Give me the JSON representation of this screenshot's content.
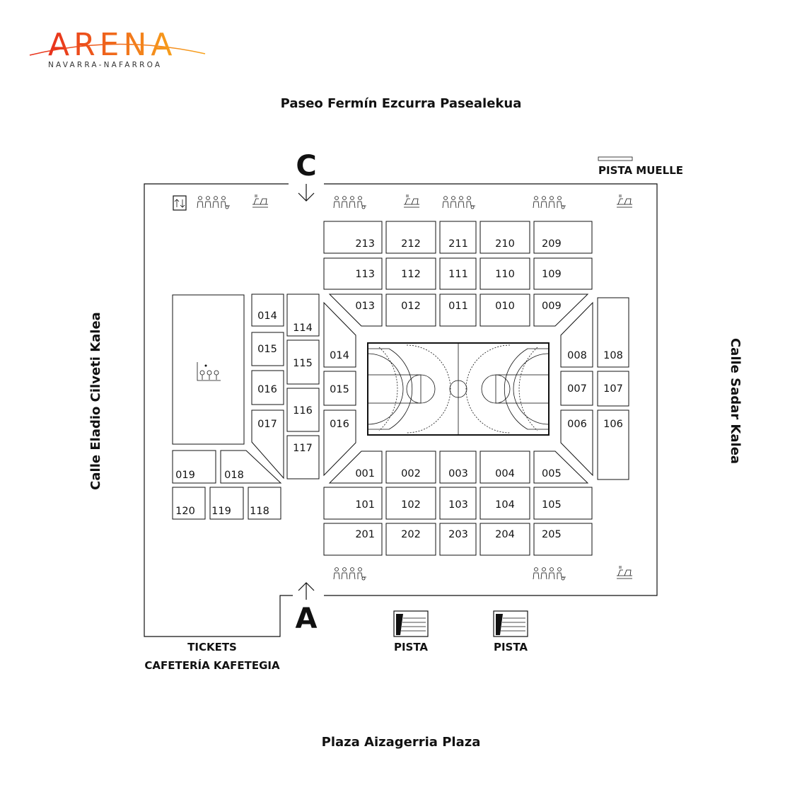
{
  "logo": {
    "name": "ARENA",
    "subtitle": "NAVARRA-NAFARROA",
    "color_start": "#e8301c",
    "color_end": "#f7a21b"
  },
  "streets": {
    "north": "Paseo Fermín Ezcurra Pasealekua",
    "south": "Plaza Aizagerria Plaza",
    "west": "Calle Eladio Cilveti Kalea",
    "east": "Calle Sadar Kalea"
  },
  "gates": {
    "north": "C",
    "south": "A"
  },
  "labels": {
    "pista_muelle": "PISTA MUELLE",
    "pista_1": "PISTA",
    "pista_2": "PISTA",
    "tickets": "TICKETS",
    "cafeteria": "CAFETERÍA KAFETEGIA"
  },
  "sections": {
    "row_200_north": [
      "213",
      "212",
      "211",
      "210",
      "209"
    ],
    "row_100_north": [
      "113",
      "112",
      "111",
      "110",
      "109"
    ],
    "row_000_north": [
      "013",
      "012",
      "011",
      "010",
      "009"
    ],
    "row_000_south": [
      "001",
      "002",
      "003",
      "004",
      "005"
    ],
    "row_100_south": [
      "101",
      "102",
      "103",
      "104",
      "105"
    ],
    "row_200_south": [
      "201",
      "202",
      "203",
      "204",
      "205"
    ],
    "west_inner": [
      "014",
      "015",
      "016"
    ],
    "east_inner": [
      "008",
      "007",
      "006"
    ],
    "east_outer": [
      "108",
      "107",
      "106"
    ],
    "west_mid": [
      "114",
      "115",
      "116",
      "117"
    ],
    "west_outer": [
      "014",
      "015",
      "016",
      "017"
    ],
    "west_corner": [
      "019",
      "018"
    ],
    "west_bottom": [
      "120",
      "119",
      "118"
    ]
  },
  "icons": [
    "elevator-icon",
    "restroom-icon",
    "bar-icon",
    "vip-lounge-icon",
    "loading-dock-icon",
    "arrow-down-icon",
    "arrow-up-icon"
  ]
}
